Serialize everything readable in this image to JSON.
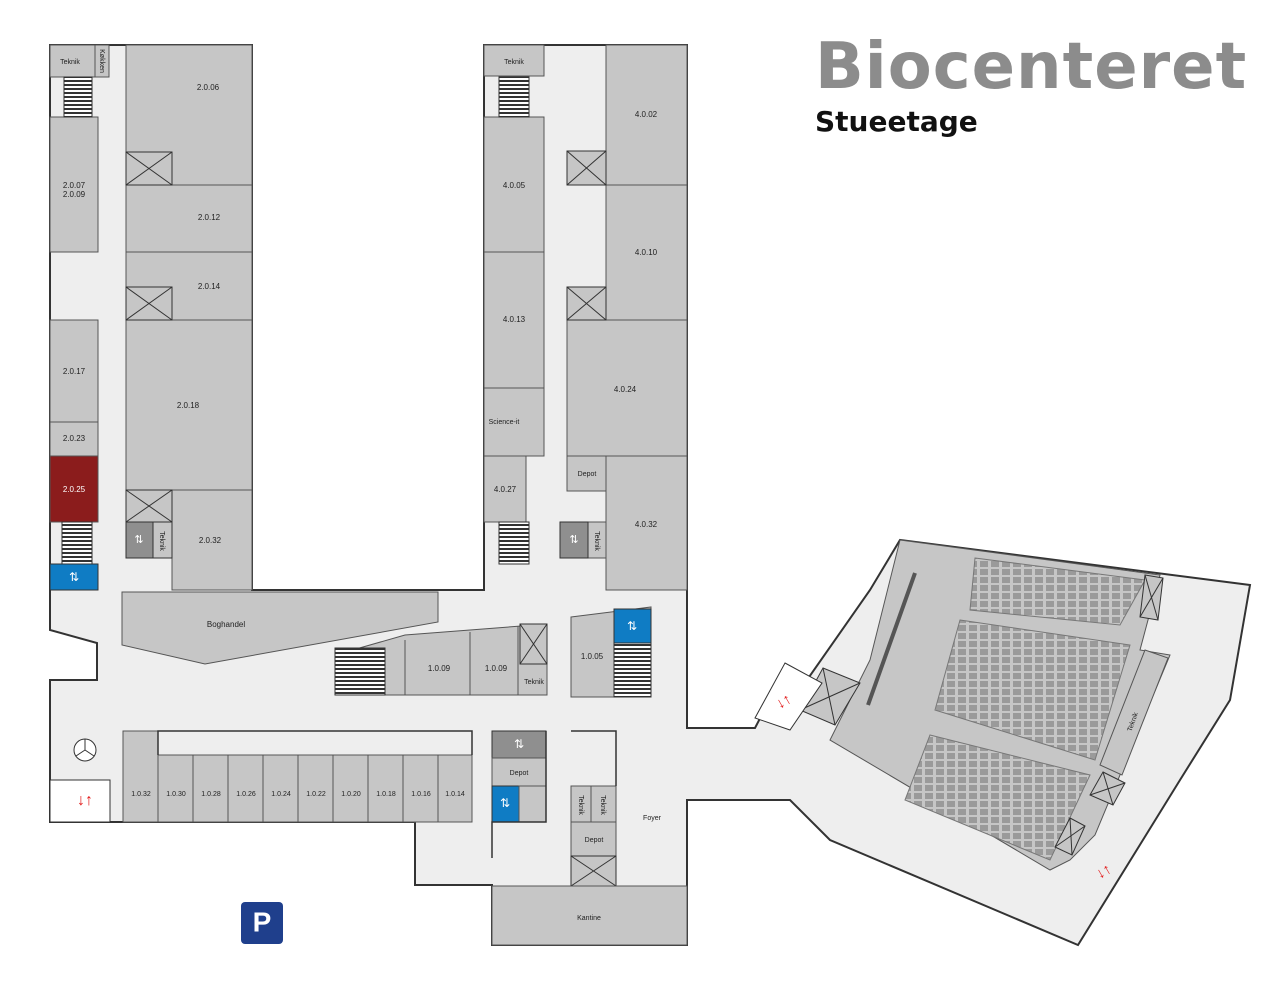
{
  "header": {
    "title": "Biocenteret",
    "subtitle": "Stueetage"
  },
  "colors": {
    "room": "#c6c6c6",
    "corridor": "#eeeeee",
    "wall": "#333333",
    "highlight": "#8b1c1c",
    "elevator_blue": "#0f7cc4",
    "parking_blue": "#1f3f8c",
    "arrow_red": "#e21b1b"
  },
  "rooms": {
    "r2006": "2.0.06",
    "r2007": "2.0.07",
    "r2009": "2.0.09",
    "r2012": "2.0.12",
    "r2014": "2.0.14",
    "r2017": "2.0.17",
    "r2018": "2.0.18",
    "r2023": "2.0.23",
    "r2025": "2.0.25",
    "r2032": "2.0.32",
    "r4002": "4.0.02",
    "r4005": "4.0.05",
    "r4010": "4.0.10",
    "r4013": "4.0.13",
    "r4024": "4.0.24",
    "r4027": "4.0.27",
    "r4032": "4.0.32",
    "r1005": "1.0.05",
    "r1009a": "1.0.09",
    "r1009b": "1.0.09",
    "r1014": "1.0.14",
    "r1016": "1.0.16",
    "r1018": "1.0.18",
    "r1020": "1.0.20",
    "r1022": "1.0.22",
    "r1024": "1.0.24",
    "r1026": "1.0.26",
    "r1028": "1.0.28",
    "r1030": "1.0.30",
    "r1032": "1.0.32"
  },
  "named": {
    "teknik": "Teknik",
    "kokken": "Køkken",
    "science_it": "Science-it",
    "depot": "Depot",
    "boghandel": "Boghandel",
    "foyer": "Foyer",
    "kantine": "Kantine",
    "parking": "P"
  }
}
